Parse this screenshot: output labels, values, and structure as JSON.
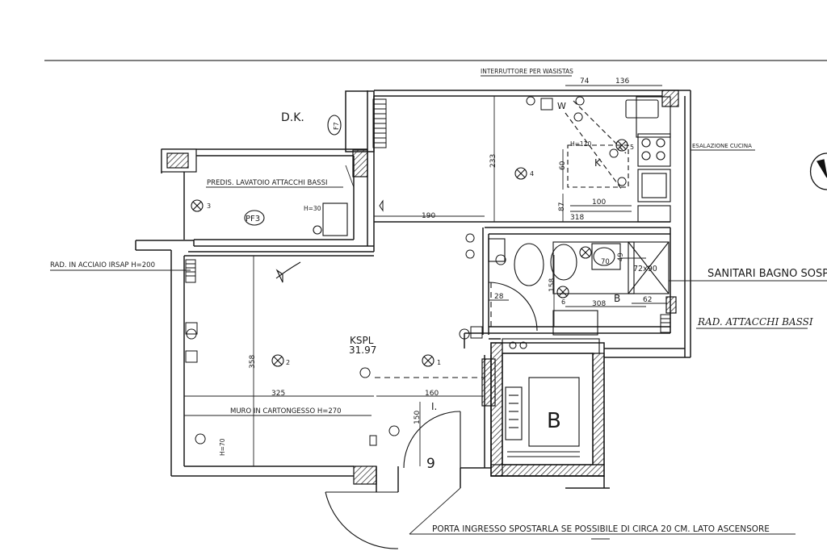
{
  "labels": {
    "dk": "D.K.",
    "f7": "F7",
    "pf3": "PF3",
    "interruttore": "INTERRUTTORE PER WASISTAS",
    "predis_lavatoio": "PREDIS. LAVATOIO ATTACCHI BASSI",
    "rad_acciaio": "RAD. IN ACCIAIO IRSAP H=200",
    "esalazione": "ESALAZIONE CUCINA",
    "sanitari": "SANITARI BAGNO SOSP",
    "rad_attacchi": "RAD. ATTACCHI BASSI",
    "muro": "MURO IN CARTONGESSO H=270",
    "porta_ingresso": "PORTA INGRESSO SPOSTARLA SE POSSIBILE DI CIRCA 20 CM. LATO ASCENSORE",
    "kspl": "KSPL",
    "kspl_area": "31.97",
    "k": "K",
    "b_bath": "B",
    "b_lift": "B",
    "door_i": "I.",
    "nine": "9",
    "h110": "H=110",
    "h30": "H=30",
    "h70": "H=70",
    "w": "W"
  },
  "dimensions": {
    "d74": "74",
    "d136": "136",
    "d233": "233",
    "d60": "60",
    "d100": "100",
    "d87": "87",
    "d318": "318",
    "d190": "190",
    "d28": "28",
    "d158": "158",
    "d308": "308",
    "d62": "62",
    "d49": "49",
    "d70": "70",
    "d72x90": "72x90",
    "d358": "358",
    "d325": "325",
    "d160": "160",
    "d150": "150"
  },
  "points": {
    "p1": "1",
    "p2": "2",
    "p3": "3",
    "p4": "4",
    "p5": "5",
    "p6": "6"
  }
}
